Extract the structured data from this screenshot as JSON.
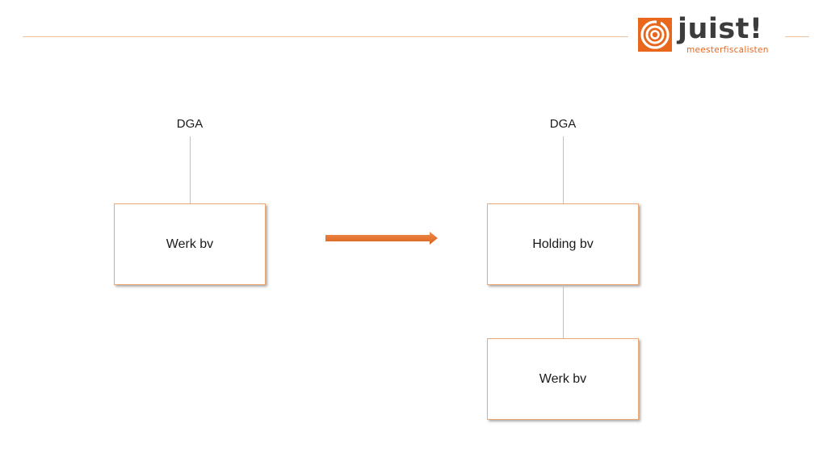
{
  "brand": {
    "name": "juist!",
    "tagline": "meesterfiscalisten",
    "accent_color": "#e8671c",
    "text_color": "#3c3c3c",
    "icon": "spiral-logo-icon"
  },
  "diagram": {
    "before": {
      "owner_label": "DGA",
      "company_label": "Werk bv"
    },
    "transition_icon": "right-arrow-icon",
    "after": {
      "owner_label": "DGA",
      "holding_label": "Holding bv",
      "subsidiary_label": "Werk bv"
    }
  },
  "colors": {
    "line": "#f0b489",
    "box_border": "#f0a872",
    "arrow": "#e8671c"
  }
}
